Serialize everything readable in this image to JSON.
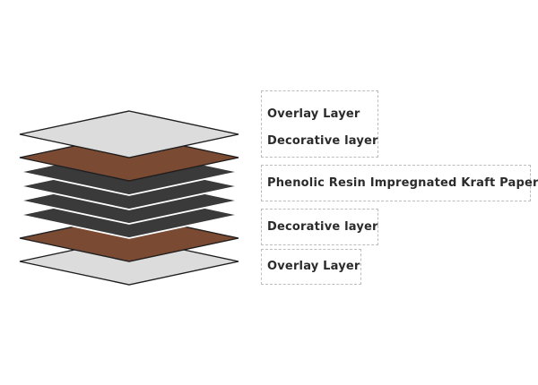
{
  "colors": {
    "overlay_fill": "#dcdcdc",
    "decorative_fill": "#7a4a33",
    "kraft_fill": "#3a3a3a",
    "outline": "#1e1e1e",
    "separator": "#ffffff"
  },
  "labels": {
    "top_overlay": "Overlay Layer",
    "top_decorative": "Decorative layer",
    "kraft": "Phenolic Resin Impregnated Kraft Paper",
    "bottom_decorative": "Decorative layer",
    "bottom_overlay": "Overlay Layer"
  },
  "layers": [
    {
      "name": "overlay-layer-bottom",
      "color_key": "overlay_fill"
    },
    {
      "name": "decorative-layer-bottom",
      "color_key": "decorative_fill"
    },
    {
      "name": "kraft-sheet-4",
      "color_key": "kraft_fill"
    },
    {
      "name": "kraft-sheet-3",
      "color_key": "kraft_fill"
    },
    {
      "name": "kraft-sheet-2",
      "color_key": "kraft_fill"
    },
    {
      "name": "kraft-sheet-1",
      "color_key": "kraft_fill"
    },
    {
      "name": "decorative-layer-top",
      "color_key": "decorative_fill"
    },
    {
      "name": "overlay-layer-top",
      "color_key": "overlay_fill"
    }
  ]
}
